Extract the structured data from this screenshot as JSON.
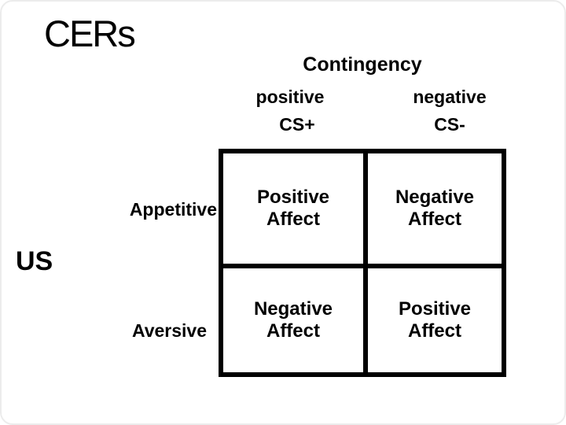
{
  "slide": {
    "title": "CERs",
    "background_color": "#ffffff",
    "text_color": "#000000",
    "matrix": {
      "border_color": "#000000",
      "columns_axis": {
        "title": "Contingency",
        "columns": [
          {
            "label": "positive",
            "sublabel": "CS+"
          },
          {
            "label": "negative",
            "sublabel": "CS-"
          }
        ]
      },
      "rows_axis": {
        "title": "US",
        "rows": [
          {
            "label": "Appetitive"
          },
          {
            "label": "Aversive"
          }
        ]
      },
      "cells": {
        "appetitive_positive": "Positive\nAffect",
        "appetitive_negative": "Negative\nAffect",
        "aversive_positive": "Negative\nAffect",
        "aversive_negative": "Positive\nAffect"
      }
    }
  }
}
